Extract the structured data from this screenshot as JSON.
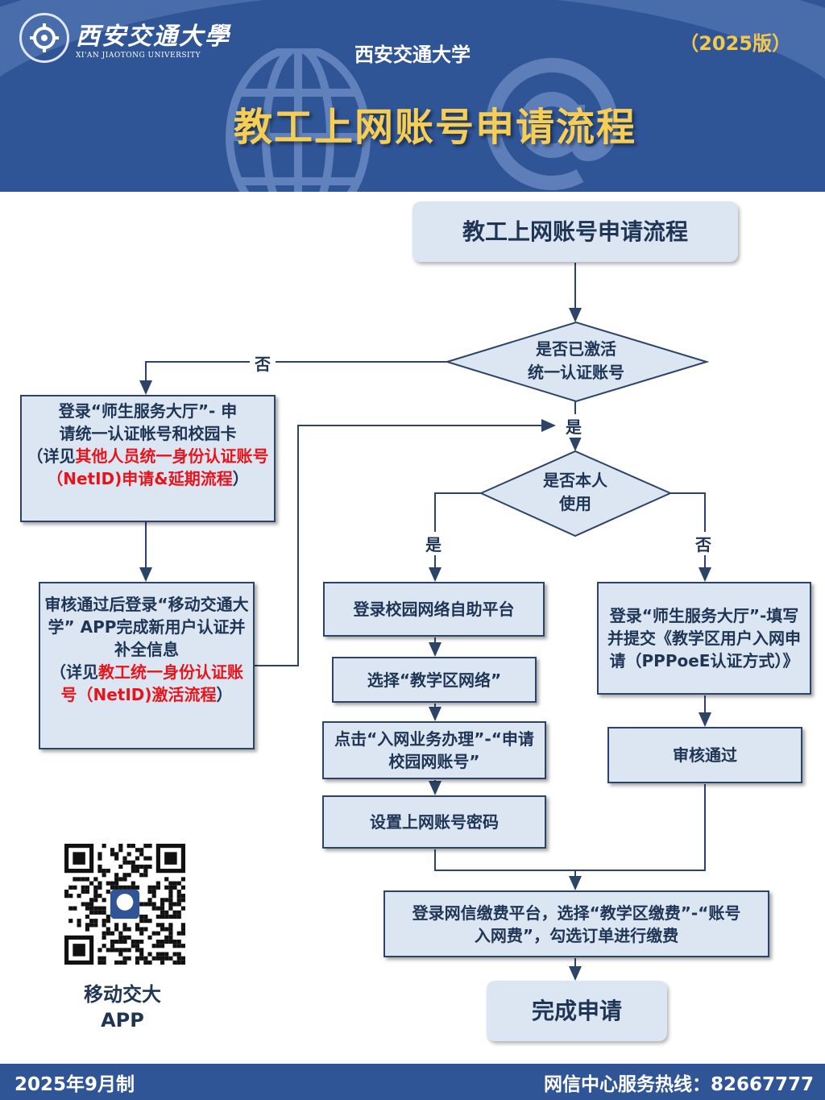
{
  "header": {
    "logo_cn": "西安交通大學",
    "logo_en": "XI'AN JIAOTONG UNIVERSITY",
    "university": "西安交通大学",
    "version": "（2025版）",
    "title": "教工上网账号申请流程"
  },
  "flow": {
    "start": "教工上网账号申请流程",
    "decision1": {
      "line1": "是否已激活",
      "line2": "统一认证账号",
      "no": "否",
      "yes": "是"
    },
    "left1": {
      "line1": "登录“师生服务大厅”- 申",
      "line2": "请统一认证帐号和校园卡",
      "pre": "（详见",
      "link": "其他人员统一身份认证账号（NetID)申请&延期流程",
      "post": "）"
    },
    "left2": {
      "text": "审核通过后登录“移动交通大学” APP完成新用户认证并补全信息",
      "pre": "（详见",
      "link": "教工统一身份认证账号（NetID)激活流程",
      "post": "）"
    },
    "decision2": {
      "line1": "是否本人",
      "line2": "使用",
      "yes": "是",
      "no": "否"
    },
    "steps_self": [
      "登录校园网络自助平台",
      "选择“教学区网络”",
      "点击“入网业务办理”-“申请校园网账号”",
      "设置上网账号密码"
    ],
    "steps_other": [
      "登录“师生服务大厅”-填写并提交《教学区用户入网申请（PPPoeE认证方式）》",
      "审核通过"
    ],
    "payment": "登录网信缴费平台，选择“教学区缴费”-“账号入网费”，勾选订单进行缴费",
    "end": "完成申请"
  },
  "qr": {
    "label1": "移动交大",
    "label2": "APP"
  },
  "footer": {
    "date": "2025年9月制",
    "hotline": "网信中心服务热线：82667777"
  },
  "colors": {
    "header": "#2f5597",
    "title": "#f7ce55",
    "box": "#dce6f2",
    "link": "#e8141c"
  }
}
